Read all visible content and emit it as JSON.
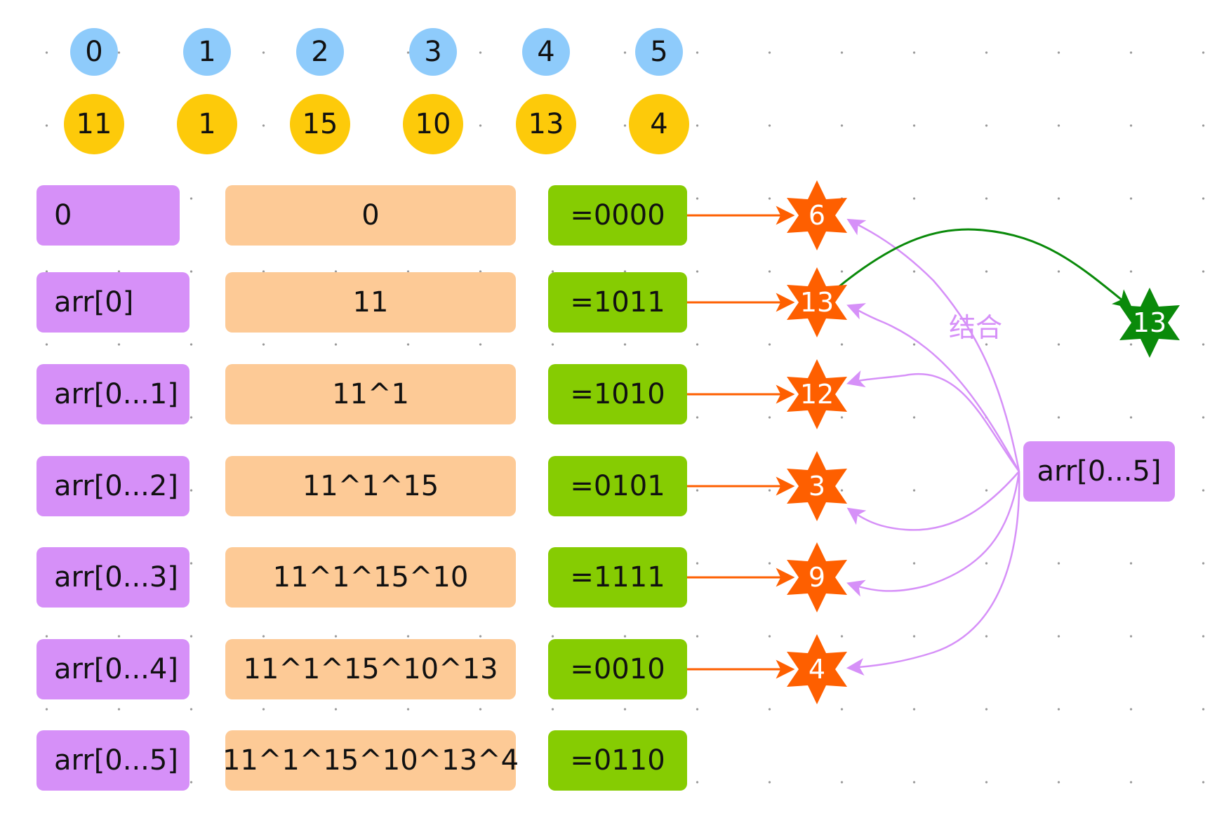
{
  "indices": [
    "0",
    "1",
    "2",
    "3",
    "4",
    "5"
  ],
  "values": [
    "11",
    "1",
    "15",
    "10",
    "13",
    "4"
  ],
  "rows": [
    {
      "label": "0",
      "expr": "0",
      "bin": "=0000",
      "result": "6"
    },
    {
      "label": "arr[0]",
      "expr": "11",
      "bin": "=1011",
      "result": "13"
    },
    {
      "label": "arr[0...1]",
      "expr": "11^1",
      "bin": "=1010",
      "result": "12"
    },
    {
      "label": "arr[0...2]",
      "expr": "11^1^15",
      "bin": "=0101",
      "result": "3"
    },
    {
      "label": "arr[0...3]",
      "expr": "11^1^15^10",
      "bin": "=1111",
      "result": "9"
    },
    {
      "label": "arr[0...4]",
      "expr": "11^1^15^10^13",
      "bin": "=0010",
      "result": "4"
    },
    {
      "label": "arr[0...5]",
      "expr": "11^1^15^10^13^4",
      "bin": "=0110"
    }
  ],
  "combine_label": "结合",
  "combine_source": "arr[0...5]",
  "answer": "13",
  "colors": {
    "index_circle": "#8ecbfb",
    "value_circle": "#fdca0a",
    "label_box": "#d690f8",
    "expr_box": "#fdca96",
    "bin_box": "#86cc02",
    "result_star": "#fe5f00",
    "answer_star": "#0a8a0a",
    "combine_arrow": "#d690f8",
    "answer_arrow": "#0a8a0a"
  }
}
